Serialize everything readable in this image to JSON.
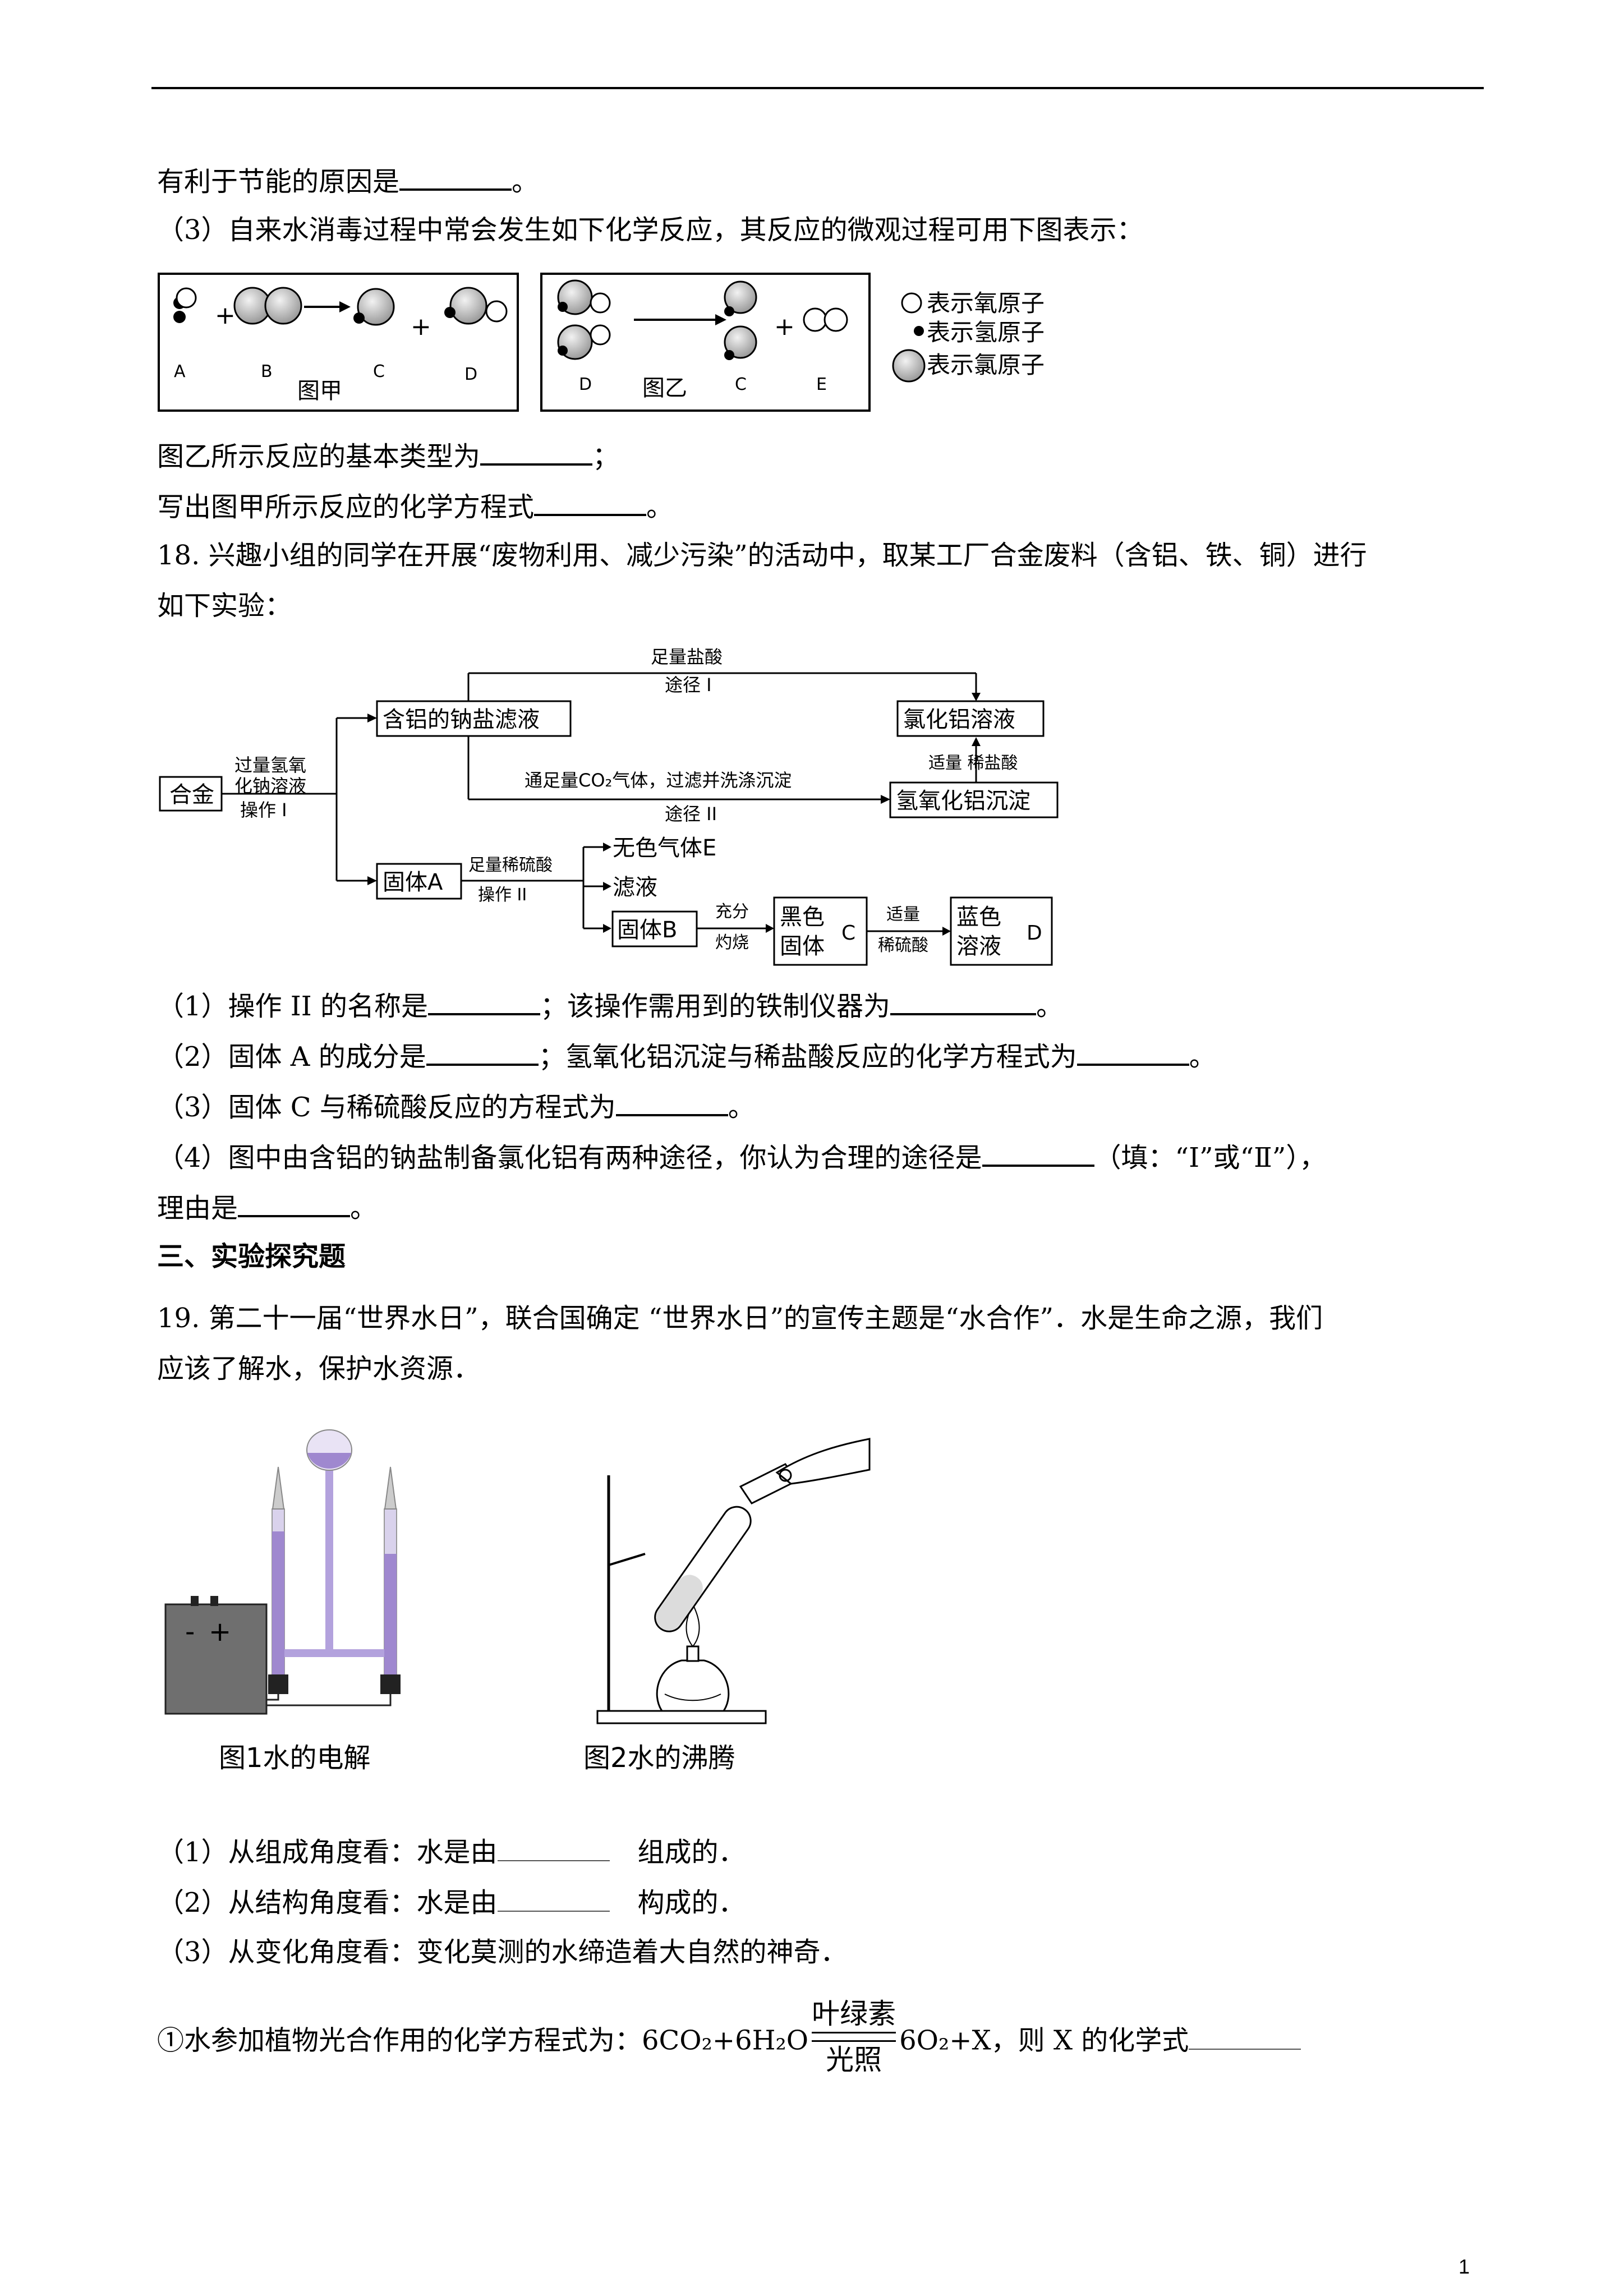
{
  "lines": {
    "l1": "有利于节能的原因是",
    "l1_end": "。",
    "l2": "（3）自来水消毒过程中常会发生如下化学反应，其反应的微观过程可用下图表示：",
    "l3": "图乙所示反应的基本类型为",
    "l3_end": "；",
    "l4": "写出图甲所示反应的化学方程式",
    "l4_end": "。",
    "q18a": "18. 兴趣小组的同学在开展“废物利用、减少污染”的活动中，取某工厂合金废料（含铝、铁、铜）进行",
    "q18b": "如下实验：",
    "q18_1a": "（1）操作 II 的名称是",
    "q18_1b": "；该操作需用到的铁制仪器为",
    "q18_1c": "。",
    "q18_2a": "（2）固体 A 的成分是",
    "q18_2b": "；氢氧化铝沉淀与稀盐酸反应的化学方程式为",
    "q18_2c": "。",
    "q18_3a": "（3）固体 C 与稀硫酸反应的方程式为",
    "q18_3b": "。",
    "q18_4a": "（4）图中由含铝的钠盐制备氯化铝有两种途径，你认为合理的途径是",
    "q18_4b": "（填：“Ⅰ”或“Ⅱ”），",
    "q18_4c": "理由是",
    "q18_4d": "。",
    "section3": "三、实验探究题",
    "q19a": "19. 第二十一届“世界水日”，联合国确定 “世界水日”的宣传主题是“水合作”．水是生命之源，我们",
    "q19b": "应该了解水，保护水资源．",
    "q19_1a": "（1）从组成角度看：水是由",
    "q19_1b": "组成的．",
    "q19_2a": "（2）从结构角度看：水是由",
    "q19_2b": "构成的．",
    "q19_3": "（3）从变化角度看：变化莫测的水缔造着大自然的神奇．",
    "q19_eq_a": "①水参加植物光合作用的化学方程式为：",
    "q19_eq_left": "6CO₂+6H₂O",
    "q19_eq_top": "叶绿素",
    "q19_eq_bottom": "光照",
    "q19_eq_right": "6O₂+X，则 X 的化学式"
  },
  "molecule_figure": {
    "jia_labels": [
      "A",
      "B",
      "C",
      "D"
    ],
    "jia_plus": "+",
    "jia_caption": "图甲",
    "yi_labels": [
      "D",
      "C",
      "E"
    ],
    "yi_plus": "+",
    "yi_caption": "图乙",
    "legend": [
      "表示氧原子",
      "表示氢原子",
      "表示氯原子"
    ]
  },
  "flowchart": {
    "alloy": "合金",
    "reagent1_line1": "过量氢氧",
    "reagent1_line2": "化钠溶液",
    "op1": "操作 I",
    "filtrate_na": "含铝的钠盐滤液",
    "route1_reagent": "足量盐酸",
    "route1": "途径 I",
    "alcl3": "氯化铝溶液",
    "route2_reagent": "通足量CO₂气体，过滤并洗涤沉淀",
    "route2": "途径 II",
    "hcl_small": "适量 稀盐酸",
    "aloh3": "氢氧化铝沉淀",
    "solidA": "固体A",
    "reagent2": "足量稀硫酸",
    "op2": "操作 II",
    "gasE": "无色气体E",
    "filtrate": "滤液",
    "solidB": "固体B",
    "burn_line1": "充分",
    "burn_line2": "灼烧",
    "solidC_line1": "黑色",
    "solidC_line2": "固体",
    "solidC_letter": "C",
    "h2so4_line1": "适量",
    "h2so4_line2": "稀硫酸",
    "solD_line1": "蓝色",
    "solD_line2": "溶液",
    "solD_letter": "D"
  },
  "water_figures": {
    "fig1_caption": "图1水的电解",
    "fig2_caption": "图2水的沸腾",
    "battery_minus": "-",
    "battery_plus": "+"
  },
  "page_number": "1"
}
